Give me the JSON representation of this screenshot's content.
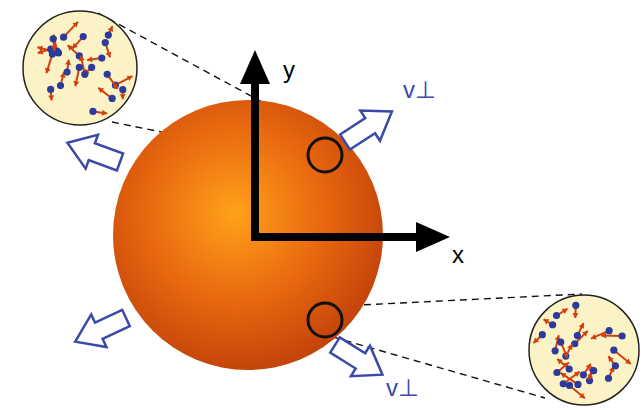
{
  "diagram": {
    "labels": [
      "y",
      "x",
      "v⊥",
      "v⊥"
    ]
  }
}
